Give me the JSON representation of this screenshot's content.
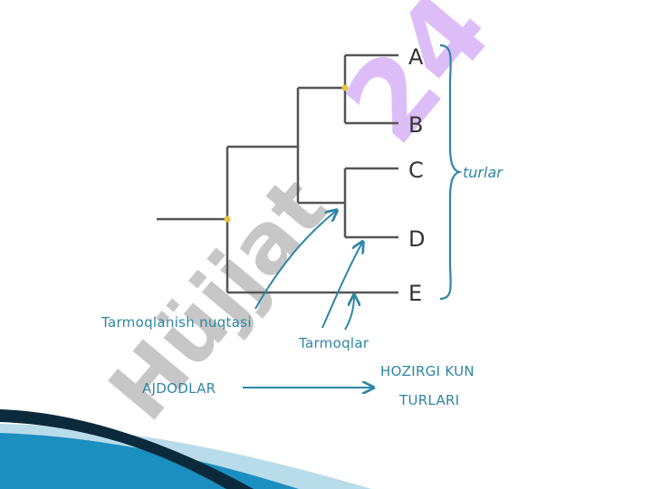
{
  "tree": {
    "leaves": [
      "A",
      "B",
      "C",
      "D",
      "E"
    ],
    "colors": {
      "branch": "#555555",
      "node": "#e8c23a",
      "annotation": "#2e86a5"
    }
  },
  "labels": {
    "species_bracket": "turlar",
    "branch_point": "Tarmoqlanish nuqtasi",
    "branches": "Tarmoqlar",
    "ancestors": "AJDODLAR",
    "modern_line1": "HOZIRGI KUN",
    "modern_line2": "TURLARI"
  },
  "watermark": {
    "text": "Hüjjat",
    "number": "24"
  },
  "decor": {
    "colors": {
      "dark": "#0b2a3c",
      "blue": "#1b8fbf",
      "light": "#b9dcea"
    }
  }
}
